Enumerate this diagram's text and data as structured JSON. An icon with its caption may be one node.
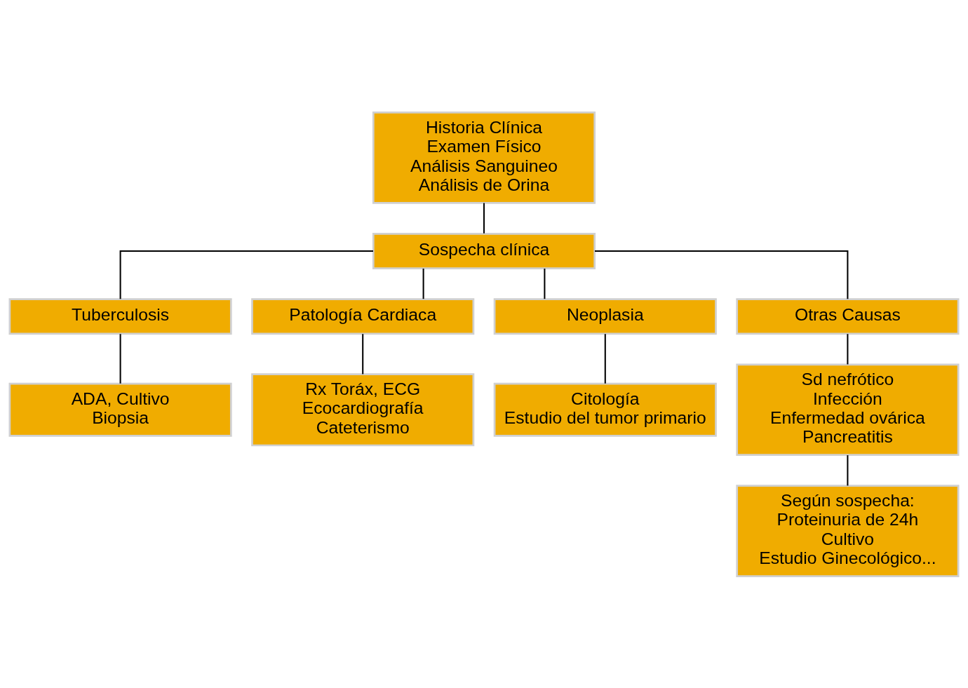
{
  "diagram": {
    "nodes": [
      {
        "text": [
          "Historia Clínica",
          "Examen Físico",
          "Análisis Sanguineo",
          "Análisis de Orina"
        ]
      },
      {
        "text": [
          "Sospecha clínica"
        ]
      },
      {
        "text": [
          "Tuberculosis"
        ]
      },
      {
        "text": [
          "Patología Cardiaca"
        ]
      },
      {
        "text": [
          "Neoplasia"
        ]
      },
      {
        "text": [
          "Otras Causas"
        ]
      },
      {
        "text": [
          "ADA, Cultivo",
          "Biopsia"
        ]
      },
      {
        "text": [
          "Rx Toráx, ECG",
          "Ecocardiografía",
          "Cateterismo"
        ]
      },
      {
        "text": [
          "Citología",
          "Estudio del tumor primario"
        ]
      },
      {
        "text": [
          "Sd nefrótico",
          "Infección",
          "Enfermedad ovárica",
          "Pancreatitis"
        ]
      },
      {
        "text": [
          "Según sospecha:",
          "Proteinuria de 24h",
          "Cultivo",
          "Estudio Ginecológico..."
        ]
      }
    ],
    "edges": [
      {
        "from": 0,
        "to": 1,
        "arrow": "none"
      },
      {
        "from": 1,
        "to": 2,
        "arrow": "none"
      },
      {
        "from": 1,
        "to": 3,
        "arrow": "none"
      },
      {
        "from": 1,
        "to": 4,
        "arrow": "none"
      },
      {
        "from": 1,
        "to": 5,
        "arrow": "none"
      },
      {
        "from": 2,
        "to": 6,
        "arrow": "none"
      },
      {
        "from": 3,
        "to": 7,
        "arrow": "none"
      },
      {
        "from": 4,
        "to": 8,
        "arrow": "none"
      },
      {
        "from": 5,
        "to": 9,
        "arrow": "none"
      },
      {
        "from": 9,
        "to": 10,
        "arrow": "none"
      }
    ]
  }
}
